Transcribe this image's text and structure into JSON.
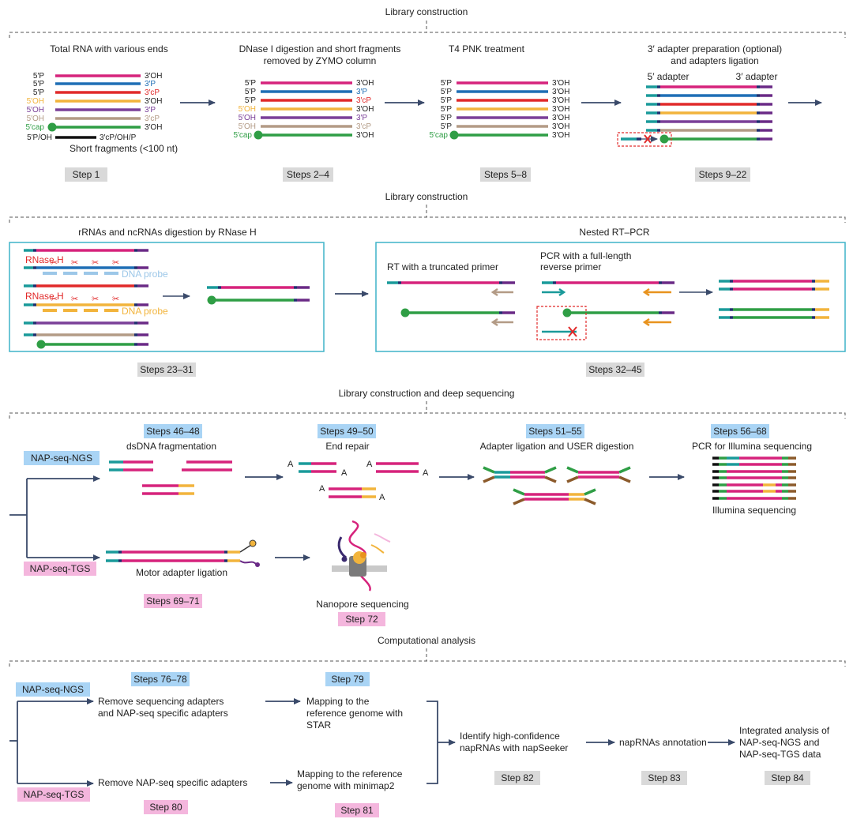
{
  "colors": {
    "magenta": "#d6237c",
    "blue": "#1f6fb5",
    "red": "#e12a2a",
    "yellow": "#f2b43c",
    "purple": "#7a3f98",
    "tan": "#b39b86",
    "green": "#2f9e45",
    "black": "#111111",
    "teal": "#1a9a9a",
    "navy": "#1f2f6e",
    "dpurple": "#6a2a86",
    "brown": "#8b5a2b",
    "orange": "#e8931e",
    "frame_teal": "#3fb3c8",
    "arrow": "#3a4a6a",
    "step_gray": "#d9d9d9",
    "step_blue": "#a9d4f5",
    "step_pink": "#f4b6dd"
  },
  "section1": {
    "header": "Library construction",
    "panel1": {
      "title": "Total RNA with various ends",
      "left_labels": [
        "5′P",
        "5′P",
        "5′P",
        "5′OH",
        "5′OH",
        "5′OH",
        "5′cap",
        "5′P/OH"
      ],
      "right_labels": [
        "3′OH",
        "3′P",
        "3′cP",
        "3′OH",
        "3′P",
        "3′cP",
        "3′OH",
        "3′cP/OH/P"
      ],
      "note": "Short fragments (<100 nt)",
      "step": "Step 1"
    },
    "panel2": {
      "title_line1": "DNase I digestion and short fragments",
      "title_line2": "removed by ZYMO column",
      "left_labels": [
        "5′P",
        "5′P",
        "5′P",
        "5′OH",
        "5′OH",
        "5′OH",
        "5′cap"
      ],
      "right_labels": [
        "3′OH",
        "3′P",
        "3′cP",
        "3′OH",
        "3′P",
        "3′cP",
        "3′OH"
      ],
      "step": "Steps 2–4"
    },
    "panel3": {
      "title": "T4 PNK treatment",
      "left_labels": [
        "5′P",
        "5′P",
        "5′P",
        "5′P",
        "5′P",
        "5′P",
        "5′cap"
      ],
      "right_labels": [
        "3′OH",
        "3′OH",
        "3′OH",
        "3′OH",
        "3′OH",
        "3′OH",
        "3′OH"
      ],
      "step": "Steps 5–8"
    },
    "panel4": {
      "title_line1": "3′ adapter preparation (optional)",
      "title_line2": "and adapters ligation",
      "adapter5": "5′ adapter",
      "adapter3": "3′ adapter",
      "step": "Steps 9–22"
    }
  },
  "section2": {
    "header": "Library construction",
    "boxA": {
      "title": "rRNAs and ncRNAs digestion by RNase H",
      "enzyme1": "RNase H",
      "probe1": "DNA probe",
      "enzyme2": "RNase H",
      "probe2": "DNA probe",
      "step": "Steps 23–31"
    },
    "boxB": {
      "title": "Nested RT–PCR",
      "rt_label": "RT with a truncated primer",
      "pcr_label_line1": "PCR with a full-length",
      "pcr_label_line2": "reverse primer",
      "step": "Steps 32–45"
    }
  },
  "section3": {
    "header": "Library construction and deep sequencing",
    "ngs_tag": "NAP-seq-NGS",
    "tgs_tag": "NAP-seq-TGS",
    "s1": {
      "step": "Steps 46–48",
      "title": "dsDNA fragmentation"
    },
    "s2": {
      "step": "Steps 49–50",
      "title": "End repair",
      "a": "A"
    },
    "s3": {
      "step": "Steps 51–55",
      "title": "Adapter ligation and USER digestion"
    },
    "s4": {
      "step": "Steps 56–68",
      "title": "PCR for Illumina sequencing",
      "note": "Illumina sequencing"
    },
    "t1": {
      "title": "Motor adapter ligation",
      "step": "Steps 69–71"
    },
    "t2": {
      "title": "Nanopore sequencing",
      "step": "Step 72"
    }
  },
  "section4": {
    "header": "Computational analysis",
    "ngs_tag": "NAP-seq-NGS",
    "tgs_tag": "NAP-seq-TGS",
    "n1": {
      "step": "Steps 76–78",
      "line1": "Remove sequencing adapters",
      "line2": "and NAP-seq specific adapters"
    },
    "n2": {
      "step": "Step 79",
      "line1": "Mapping to the",
      "line2": "reference genome with",
      "line3": "STAR"
    },
    "g1": {
      "line": "Remove NAP-seq specific adapters",
      "step": "Step 80"
    },
    "g2": {
      "line1": "Mapping to the reference",
      "line2": "genome with minimap2",
      "step": "Step 81"
    },
    "c1": {
      "line1": "Identify high-confidence",
      "line2": "napRNAs with napSeeker",
      "step": "Step 82"
    },
    "c2": {
      "line": "napRNAs annotation",
      "step": "Step 83"
    },
    "c3": {
      "line1": "Integrated analysis of",
      "line2": "NAP-seq-NGS and",
      "line3": "NAP-seq-TGS data",
      "step": "Step 84"
    }
  }
}
